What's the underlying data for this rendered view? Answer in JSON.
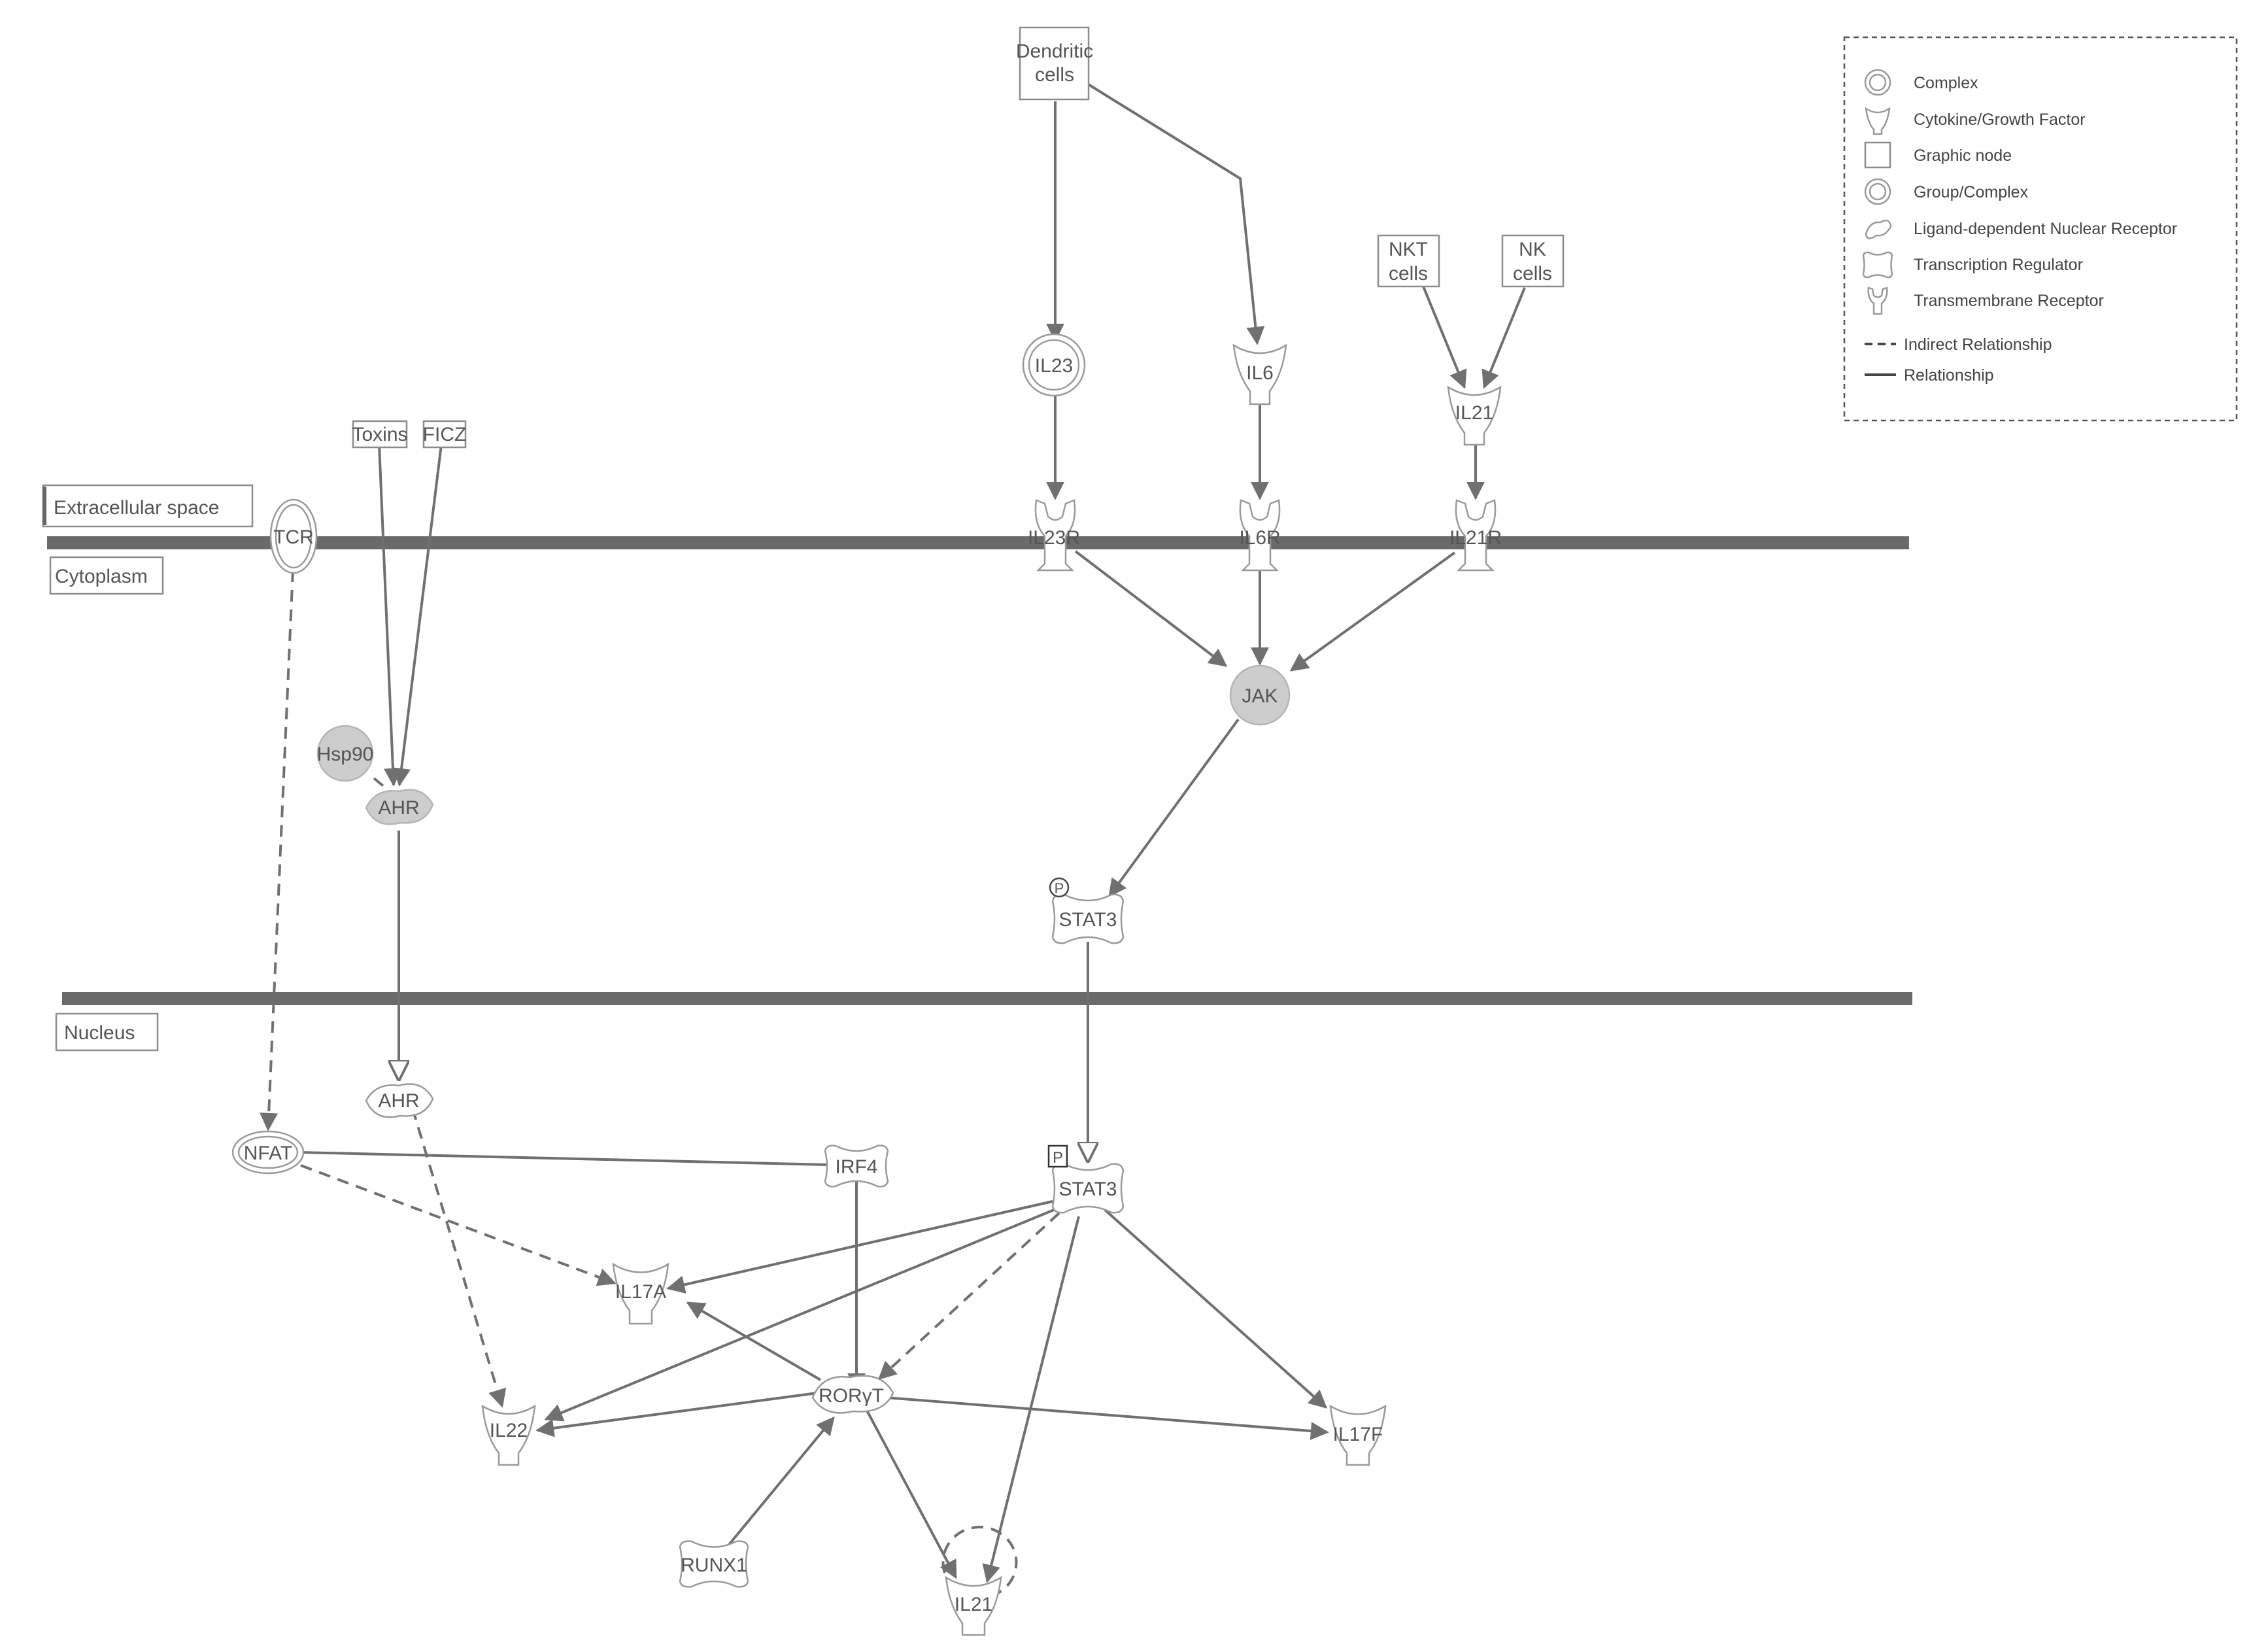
{
  "compartments": {
    "extracellular": "Extracellular space",
    "cytoplasm": "Cytoplasm",
    "nucleus": "Nucleus"
  },
  "nodes": {
    "dendritic_cells": [
      "Dendritic",
      "cells"
    ],
    "nkt_cells": [
      "NKT",
      "cells"
    ],
    "nk_cells": [
      "NK",
      "cells"
    ],
    "toxins": "Toxins",
    "ficz": "FICZ",
    "tcr": "TCR",
    "il23": "IL23",
    "il6": "IL6",
    "il21_extra": "IL21",
    "il23r": "IL23R",
    "il6r": "IL6R",
    "il21r": "IL21R",
    "jak": "JAK",
    "hsp90": "Hsp90",
    "ahr_cyto": "AHR",
    "stat3_cyto": "STAT3",
    "stat3_cyto_p": "P",
    "ahr_nuc": "AHR",
    "nfat": "NFAT",
    "irf4": "IRF4",
    "stat3_nuc": "STAT3",
    "stat3_nuc_p": "P",
    "il17a": "IL17A",
    "il22": "IL22",
    "roryt": "RORγT",
    "il17f": "IL17F",
    "runx1": "RUNX1",
    "il21_nuc": "IL21"
  },
  "legend": {
    "items": [
      {
        "label": "Complex",
        "icon": "complex-icon"
      },
      {
        "label": "Cytokine/Growth Factor",
        "icon": "cytokine-icon"
      },
      {
        "label": "Graphic node",
        "icon": "graphic-node-icon"
      },
      {
        "label": "Group/Complex",
        "icon": "group-complex-icon"
      },
      {
        "label": "Ligand-dependent Nuclear Receptor",
        "icon": "ligand-receptor-icon"
      },
      {
        "label": "Transcription Regulator",
        "icon": "transcription-regulator-icon"
      },
      {
        "label": "Transmembrane Receptor",
        "icon": "transmembrane-receptor-icon"
      }
    ],
    "indirect": "Indirect Relationship",
    "direct": "Relationship"
  }
}
